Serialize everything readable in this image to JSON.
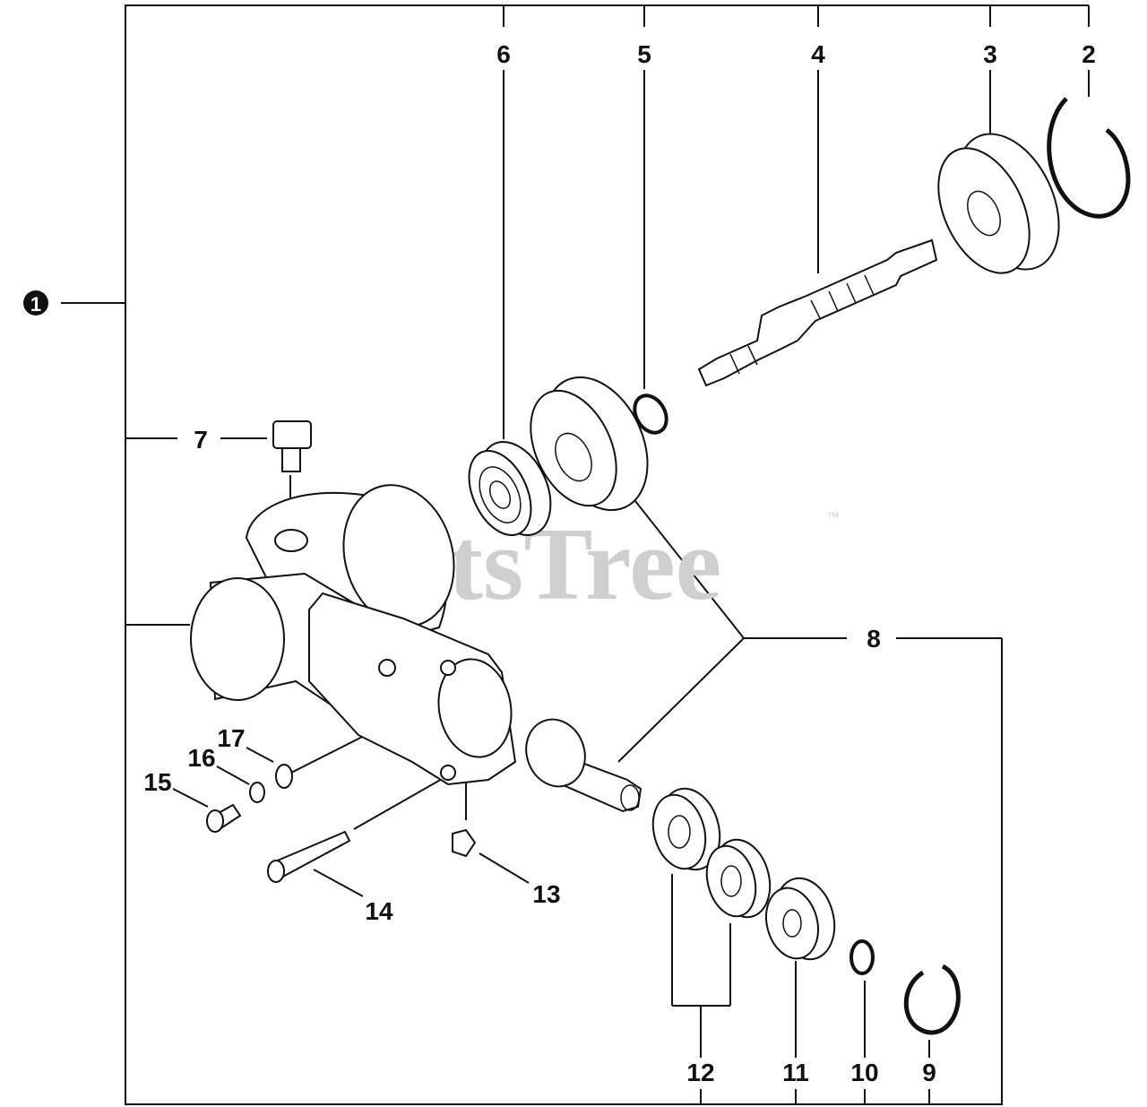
{
  "watermark": {
    "text": "PartsTree",
    "trademark": "™"
  },
  "assembly_marker": "1",
  "callouts": [
    {
      "id": "c2",
      "text": "2"
    },
    {
      "id": "c3",
      "text": "3"
    },
    {
      "id": "c4",
      "text": "4"
    },
    {
      "id": "c5",
      "text": "5"
    },
    {
      "id": "c6",
      "text": "6"
    },
    {
      "id": "c7",
      "text": "7"
    },
    {
      "id": "c8",
      "text": "8"
    },
    {
      "id": "c9",
      "text": "9"
    },
    {
      "id": "c10",
      "text": "10"
    },
    {
      "id": "c11",
      "text": "11"
    },
    {
      "id": "c12",
      "text": "12"
    },
    {
      "id": "c13",
      "text": "13"
    },
    {
      "id": "c14",
      "text": "14"
    },
    {
      "id": "c15",
      "text": "15"
    },
    {
      "id": "c16",
      "text": "16"
    },
    {
      "id": "c17",
      "text": "17"
    }
  ],
  "colors": {
    "line": "#111111",
    "watermark": "#cfcfcf",
    "background": "#ffffff"
  }
}
